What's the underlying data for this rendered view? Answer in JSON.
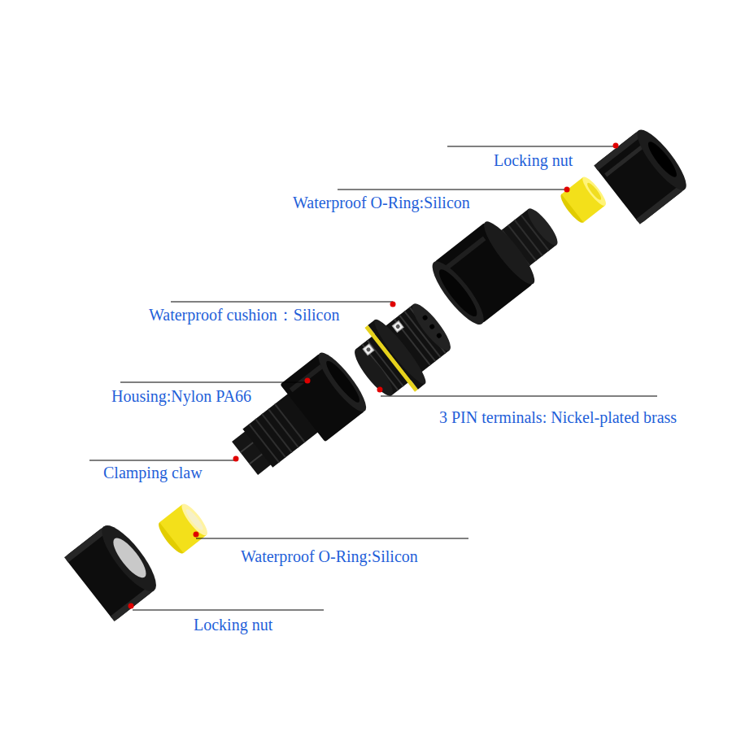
{
  "diagram": {
    "labels": [
      "Locking nut",
      "Waterproof O-Ring:Silicon",
      "Waterproof cushion：Silicon",
      "Housing:Nylon PA66",
      "3 PIN terminals: Nickel-plated brass",
      "Clamping claw",
      "Waterproof O-Ring:Silicon",
      "Locking nut"
    ]
  }
}
